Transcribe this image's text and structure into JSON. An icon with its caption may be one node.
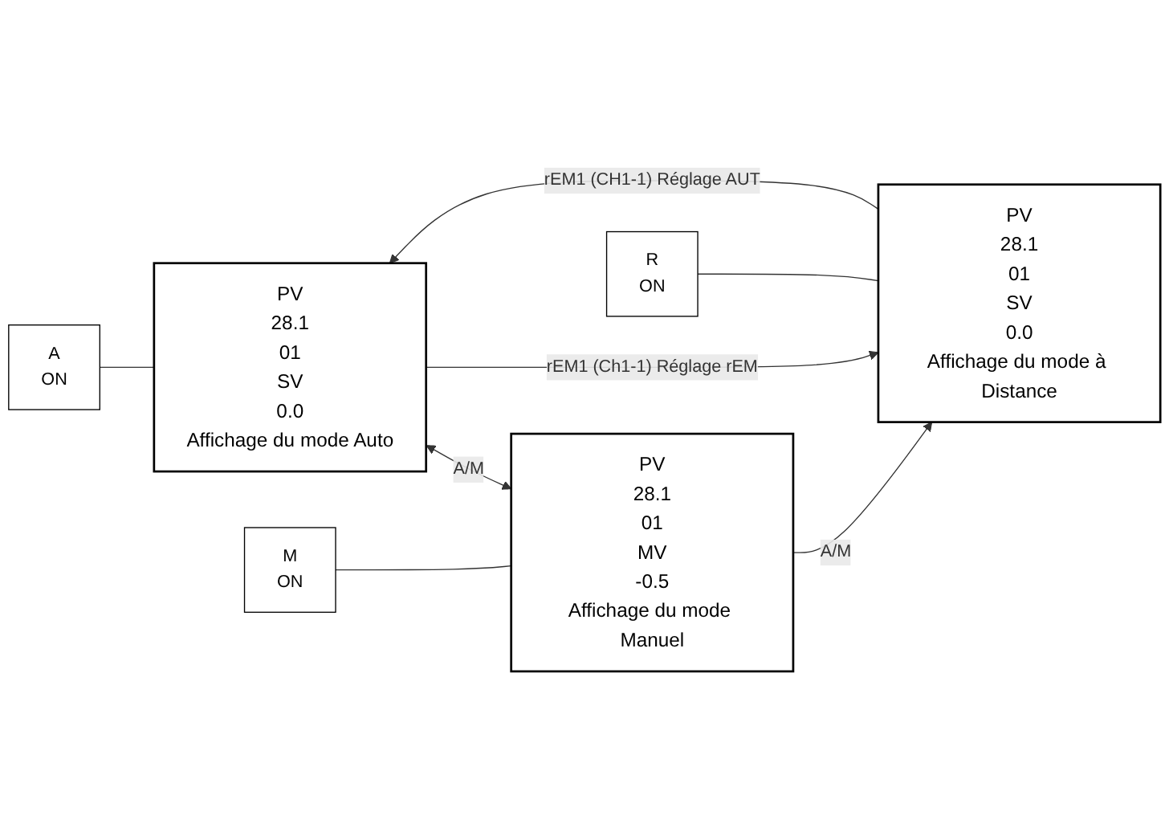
{
  "diagram": {
    "nodes": [
      {
        "text": [
          "A",
          "ON"
        ]
      },
      {
        "text": [
          "PV",
          "28.1",
          "01",
          "SV",
          "0.0",
          "Affichage du mode Auto"
        ]
      },
      {
        "text": [
          "M",
          "ON"
        ]
      },
      {
        "text": [
          "PV",
          "28.1",
          "01",
          "MV",
          "-0.5",
          "Affichage du mode Manuel"
        ]
      },
      {
        "text": [
          "R",
          "ON"
        ]
      },
      {
        "text": [
          "PV",
          "28.1",
          "01",
          "SV",
          "0.0",
          "Affichage du mode à Distance"
        ]
      }
    ],
    "edges": [
      {
        "from": 0,
        "to": 1,
        "arrow": "none"
      },
      {
        "from": 2,
        "to": 3,
        "arrow": "none"
      },
      {
        "from": 4,
        "to": 5,
        "arrow": "none"
      },
      {
        "from": 1,
        "to": 3,
        "arrow": "both",
        "label": "A/M"
      },
      {
        "from": 1,
        "to": 5,
        "arrow": "to",
        "label": "rEM1 (Ch1-1) Réglage rEM"
      },
      {
        "from": 5,
        "to": 1,
        "arrow": "to",
        "label": "rEM1 (CH1-1) Réglage AUT"
      },
      {
        "from": 3,
        "to": 5,
        "arrow": "to",
        "label": "A/M"
      }
    ]
  }
}
